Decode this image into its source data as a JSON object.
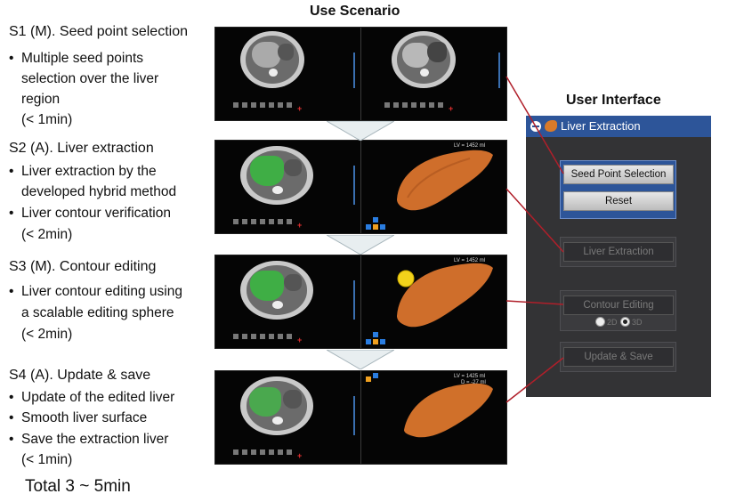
{
  "headings": {
    "use_scenario": "Use Scenario",
    "user_interface": "User Interface"
  },
  "steps": [
    {
      "title": "S1 (M). Seed point selection",
      "bullets": [
        "Multiple seed points",
        "selection over the liver",
        "region",
        "(< 1min)"
      ]
    },
    {
      "title": "S2 (A). Liver extraction",
      "bullets": [
        "Liver extraction by the",
        "developed hybrid method",
        "Liver contour verification",
        "(< 2min)"
      ]
    },
    {
      "title": "S3 (M). Contour editing",
      "bullets": [
        "Liver contour editing using",
        "a scalable editing sphere",
        "(< 2min)"
      ]
    },
    {
      "title": "S4 (A). Update & save",
      "bullets": [
        "Update of the edited liver",
        "Smooth liver surface",
        "Save the extraction liver",
        "(< 1min)"
      ]
    }
  ],
  "total": "Total 3 ~ 5min",
  "screens": {
    "lv2": "LV = 1452 ml",
    "lv3": "LV = 1452 ml",
    "lv4": "LV = 1425 ml",
    "d4": "D = -27 ml"
  },
  "panel": {
    "title": "Liver Extraction",
    "buttons": {
      "seed": "Seed Point Selection",
      "reset": "Reset",
      "extract": "Liver Extraction",
      "contour": "Contour Editing",
      "update": "Update & Save"
    },
    "radio_2d": "2D",
    "radio_3d": "3D"
  },
  "colors": {
    "panel_bg": "#333335",
    "header_blue": "#2d5599",
    "connector_red": "#b01f2a",
    "liver_green": "#3fae45",
    "liver_3d": "#d0702a"
  }
}
